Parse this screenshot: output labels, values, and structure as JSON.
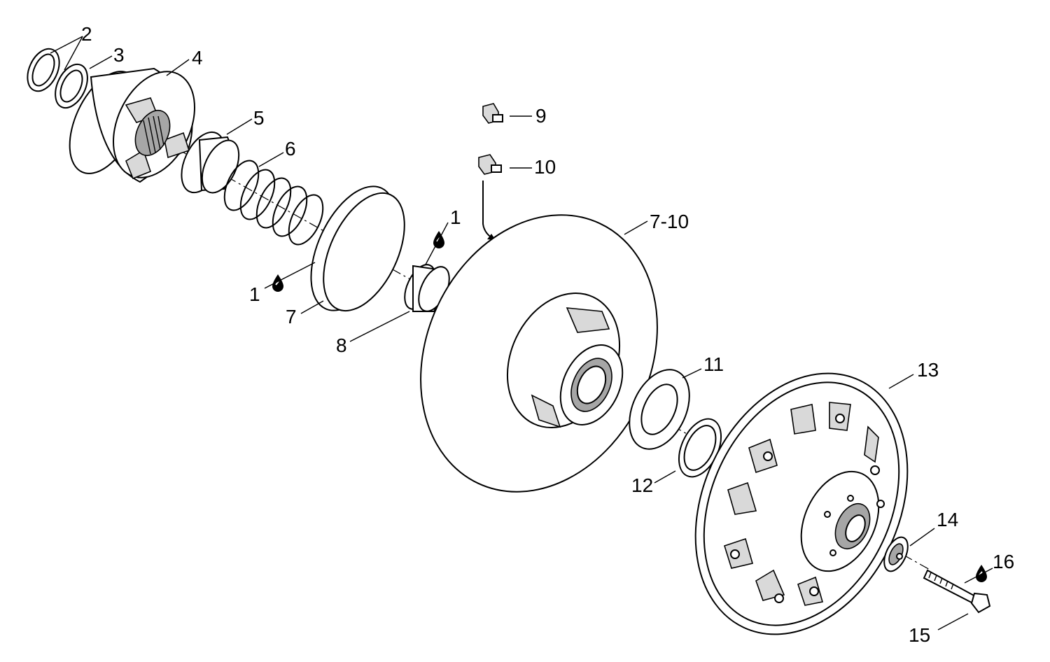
{
  "callouts": {
    "c1a": "1",
    "c1b": "1",
    "c2": "2",
    "c3": "3",
    "c4": "4",
    "c5": "5",
    "c6": "6",
    "c7": "7",
    "c8": "8",
    "c9": "9",
    "c10": "10",
    "c710": "7-10",
    "c11": "11",
    "c12": "12",
    "c13": "13",
    "c14": "14",
    "c15": "15",
    "c16": "16"
  },
  "icons": {
    "lubricant": "oil-drop-icon"
  },
  "colors": {
    "line": "#000000",
    "background": "#ffffff"
  }
}
